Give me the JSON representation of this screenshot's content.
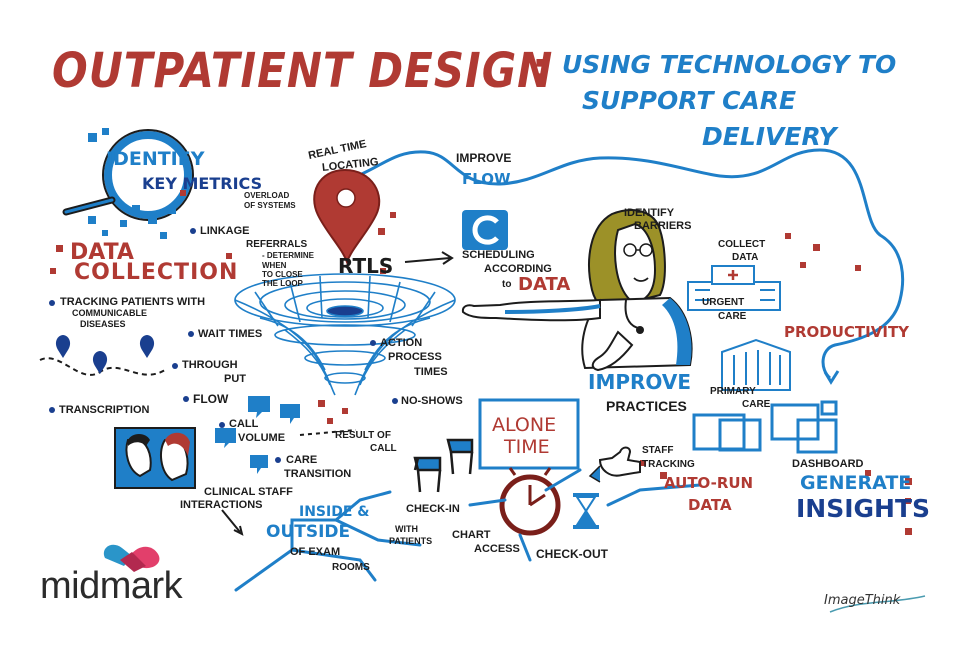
{
  "title": {
    "main": "OUTPATIENT DESIGN",
    "colon": ":",
    "subtitle_line1": "USING TECHNOLOGY TO",
    "subtitle_line2": "SUPPORT CARE",
    "subtitle_line3": "DELIVERY"
  },
  "left": {
    "identify": "IDENTIFY",
    "key_metrics": "KEY METRICS",
    "overload_1": "OVERLOAD",
    "overload_2": "OF SYSTEMS",
    "data": "DATA",
    "collection": "COLLECTION",
    "tracking_1": "TRACKING PATIENTS WITH",
    "tracking_2": "COMMUNICABLE",
    "tracking_3": "DISEASES",
    "wait_times": "WAIT TIMES",
    "through": "THROUGH",
    "put": "PUT",
    "flow": "FLOW",
    "transcription": "TRANSCRIPTION",
    "call": "CALL",
    "volume": "VOLUME",
    "result_1": "RESULT OF",
    "result_2": "CALL",
    "care_1": "CARE",
    "care_2": "TRANSITION",
    "clinical_1": "CLINICAL STAFF",
    "clinical_2": "INTERACTIONS",
    "inside": "INSIDE &",
    "outside": "OUTSIDE",
    "of_exam": "OF EXAM",
    "rooms": "ROOMS",
    "with_patients_1": "WITH",
    "with_patients_2": "PATIENTS"
  },
  "center": {
    "real_time_1": "REAL TIME",
    "real_time_2": "LOCATING",
    "linkage": "LINKAGE",
    "referrals": "REFERRALS",
    "determine_1": "- DETERMINE",
    "determine_2": "WHEN",
    "determine_3": "TO CLOSE",
    "determine_4": "THE LOOP",
    "rtls": "RTLS",
    "action_1": "ACTION",
    "action_2": "PROCESS",
    "action_3": "TIMES",
    "no_shows": "NO-SHOWS",
    "improve": "IMPROVE",
    "flow": "FLOW",
    "scheduling_1": "SCHEDULING",
    "scheduling_2": "ACCORDING",
    "scheduling_3": "to",
    "scheduling_4": "DATA",
    "alone_1": "ALONE",
    "alone_2": "TIME",
    "check_in": "CHECK-IN",
    "chart_1": "CHART",
    "chart_2": "ACCESS",
    "check_out": "CHECK-OUT"
  },
  "right": {
    "identify_1": "IDENTIFY",
    "identify_2": "BARRIERS",
    "collect_1": "COLLECT",
    "collect_2": "DATA",
    "urgent_1": "URGENT",
    "urgent_2": "CARE",
    "productivity": "PRODUCTIVITY",
    "improve": "IMPROVE",
    "practices": "PRACTICES",
    "primary_1": "PRIMARY",
    "primary_2": "CARE",
    "staff_1": "STAFF",
    "staff_2": "TRACKING",
    "auto_1": "AUTO-RUN",
    "auto_2": "DATA",
    "dashboard": "DASHBOARD",
    "generate": "GENERATE",
    "insights": "INSIGHTS"
  },
  "brand": {
    "logo_text": "midmark",
    "artist_signature": "ImageThink"
  },
  "colors": {
    "red": "#b03a33",
    "blue": "#1f7fc8",
    "navy": "#1a3f8f",
    "dark": "#1c1c1c",
    "skin": "#ffffff",
    "hair": "#9c9128",
    "midmark_pink": "#e23f6b",
    "midmark_blue": "#2a95c9"
  },
  "icons": [
    "magnifier-icon",
    "location-pin-icon",
    "vortex-funnel-icon",
    "calendar-icon",
    "doctor-figure",
    "hospital-building-icon",
    "clock-icon",
    "hourglass-icon",
    "chair-icon",
    "pointing-hand-icon",
    "speech-bubble-icon",
    "dashboard-windows-icon"
  ]
}
